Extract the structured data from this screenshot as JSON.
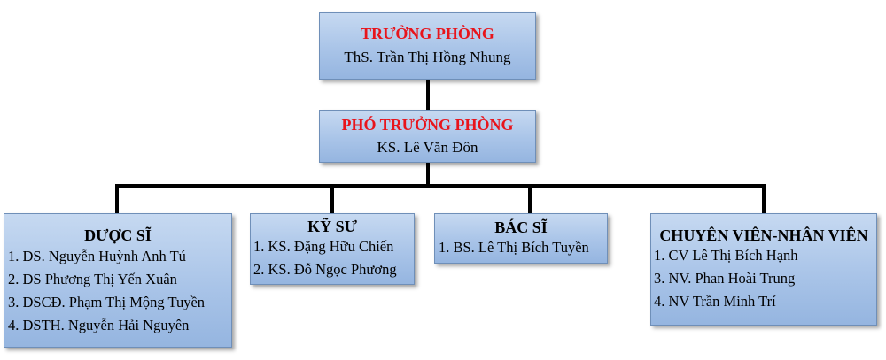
{
  "head": {
    "title": "TRƯỞNG PHÒNG",
    "name": "ThS. Trần Thị Hồng Nhung"
  },
  "deputy": {
    "title": "PHÓ TRƯỞNG PHÒNG",
    "name": "KS. Lê Văn Đôn"
  },
  "departments": [
    {
      "title": "DƯỢC SĨ",
      "members": [
        "1. DS. Nguyễn Huỳnh Anh Tú",
        "2. DS Phương Thị Yến Xuân",
        "3. DSCĐ. Phạm Thị Mộng Tuyền",
        "4. DSTH. Nguyễn Hải Nguyên"
      ]
    },
    {
      "title": "KỸ SƯ",
      "members": [
        "1. KS. Đặng Hữu Chiến",
        "2. KS. Đỗ Ngọc Phương"
      ]
    },
    {
      "title": "BÁC SĨ",
      "members": [
        "1. BS. Lê Thị Bích Tuyền"
      ]
    },
    {
      "title": "CHUYÊN VIÊN-NHÂN VIÊN",
      "members": [
        "1. CV Lê Thị Bích Hạnh",
        "3. NV. Phan Hoài Trung",
        "4. NV Trần Minh Trí"
      ]
    }
  ],
  "colors": {
    "title_red": "#e8141b",
    "box_fill": "#a9c4e8",
    "connector": "#000000"
  }
}
